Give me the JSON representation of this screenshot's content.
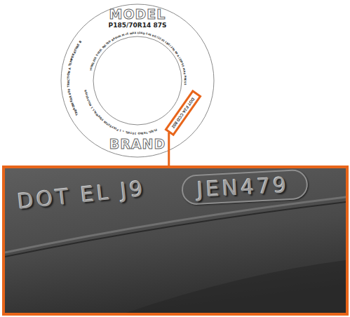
{
  "diagram": {
    "nodes": [
      {
        "text": [
          "MODEL",
          "P185/70R14 87S",
          "TUBELESS STEEL BELTED RADIAL M+S MAX LOAD 545 KG (1201 LBS) 240 KPA (35PSI) MAX PRESS",
          "TREADWEAR 400 TRACTION A TEMPERATURE B",
          "PLIES: TREAD 2 STEEL + 1 POLYESTER SIDEWALL 1 POLYESTER",
          "BRAND"
        ]
      },
      {
        "text": [
          "DOT FJA CCD 802"
        ],
        "in": 0
      },
      {
        "text": [
          "DOT EL J9",
          "JEN479"
        ]
      }
    ],
    "edges": [
      {
        "from": 1,
        "to": 2,
        "arrow": "none"
      }
    ]
  }
}
